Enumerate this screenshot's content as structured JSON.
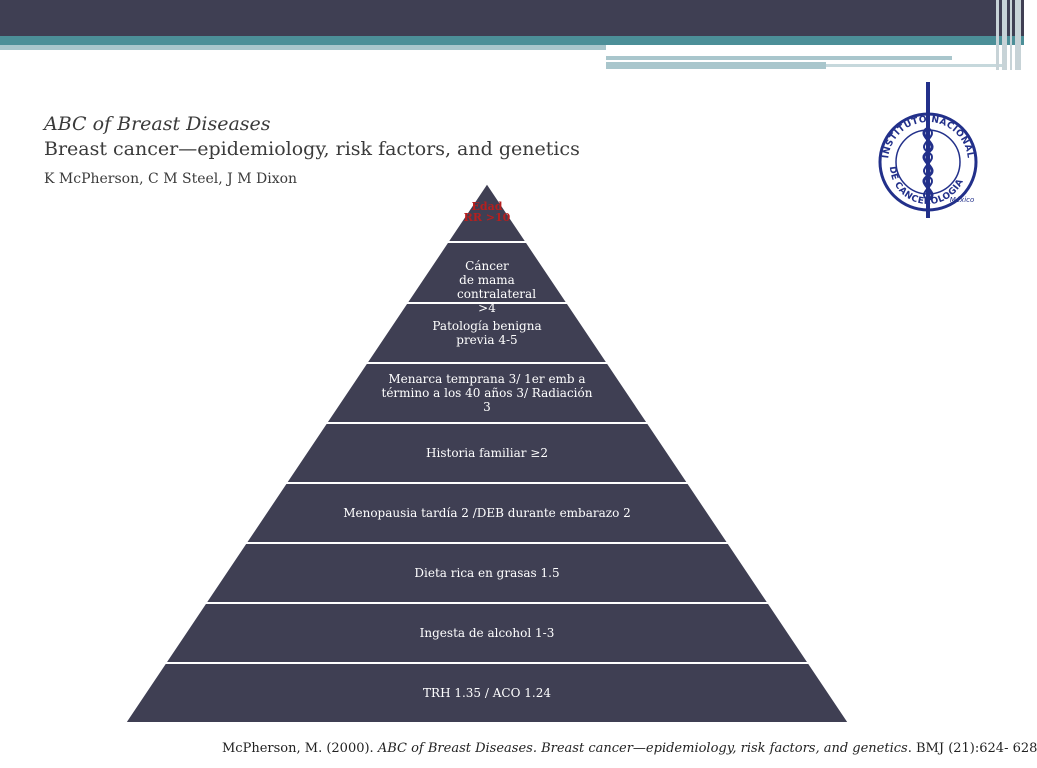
{
  "header": {
    "title": "ABC of Breast Diseases",
    "subtitle": "Breast cancer—epidemiology, risk factors, and genetics",
    "authors": "K McPherson, C M Steel, J M Dixon"
  },
  "logo": {
    "text_top": "INSTITUTO NACIONAL",
    "text_bottom": "DE CANCEROLOGIA",
    "text_country": "México"
  },
  "pyramid": {
    "apex_lines": [
      "Edad",
      "RR >10"
    ],
    "levels": [
      "Cáncer de mama contralateral >4",
      "Patología benigna previa 4-5",
      "Menarca temprana 3/ 1er emb a término a los 40 años 3/ Radiación 3",
      "Historia familiar ≥2",
      "Menopausia tardía 2 /DEB  durante embarazo 2",
      "Dieta rica en grasas 1.5",
      "Ingesta de alcohol 1-3",
      "TRH 1.35 / ACO 1.24"
    ],
    "colors": {
      "fill": "#3f3f53",
      "stroke": "#ffffff",
      "apex_text": "#b51f1f"
    }
  },
  "citation": {
    "prefix": "McPherson, M. (2000). ",
    "italic": "ABC of Breast Diseases. Breast cancer—epidemiology, risk factors, and genetics",
    "suffix": ". BMJ (21):624- 628"
  }
}
